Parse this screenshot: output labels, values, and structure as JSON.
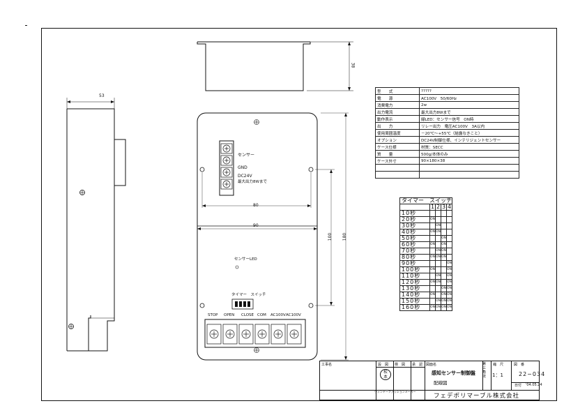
{
  "side_width_label": "53",
  "top_height_label": "38",
  "width_80_label": "80",
  "width_90_label": "90",
  "height_100_label": "100",
  "height_180_label": "180",
  "terminal_labels": {
    "sensor": "センサー",
    "gnd": "GND",
    "dc24v": "DC24V",
    "max_output": "最大出力8Wまで"
  },
  "sensor_led_label": "センサーLED",
  "timer_switch_label": "タイマー　スイッチ",
  "bottom_terminals": [
    "STOP",
    "OPEN",
    "CLOSE",
    "COM",
    "AC100V",
    "AC100V"
  ],
  "spec_table": [
    {
      "key": "型　　式",
      "value": "?????"
    },
    {
      "key": "電　　源",
      "value": "AC100V　50/60Hz"
    },
    {
      "key": "消費電力",
      "value": "2w"
    },
    {
      "key": "出力電流",
      "value": "最大出力8Wまで"
    },
    {
      "key": "動作表示",
      "value": "緑LED：センサー信号　ON時"
    },
    {
      "key": "出　　力",
      "value": "リレー出力　電圧AC100V　3A以内"
    },
    {
      "key": "使用周囲温度",
      "value": "－20℃～+55℃（結露なきこと）"
    },
    {
      "key": "オプション",
      "value": "DC24V制御仕様、インテリジェントセンサー"
    },
    {
      "key": "ケース仕様",
      "value": "材質：SECC"
    },
    {
      "key": "質　　量",
      "value": "500g/本体のみ"
    },
    {
      "key": "ケース外寸",
      "value": "90×180×38"
    },
    {
      "key": "",
      "value": ""
    },
    {
      "key": "",
      "value": ""
    }
  ],
  "timer_table": {
    "title": "タイマー　スイッチ",
    "switch_headers": [
      "1",
      "2",
      "3",
      "4"
    ],
    "rows": [
      {
        "label": "10秒",
        "sw": [
          "",
          "",
          "",
          ""
        ]
      },
      {
        "label": "20秒",
        "sw": [
          "ON",
          "",
          "",
          ""
        ]
      },
      {
        "label": "30秒",
        "sw": [
          "",
          "ON",
          "",
          ""
        ]
      },
      {
        "label": "40秒",
        "sw": [
          "ON",
          "ON",
          "",
          ""
        ]
      },
      {
        "label": "50秒",
        "sw": [
          "",
          "",
          "ON",
          ""
        ]
      },
      {
        "label": "60秒",
        "sw": [
          "ON",
          "",
          "ON",
          ""
        ]
      },
      {
        "label": "70秒",
        "sw": [
          "",
          "ON",
          "ON",
          ""
        ]
      },
      {
        "label": "80秒",
        "sw": [
          "ON",
          "ON",
          "ON",
          ""
        ]
      },
      {
        "label": "90秒",
        "sw": [
          "",
          "",
          "",
          "ON"
        ]
      },
      {
        "label": "100秒",
        "sw": [
          "ON",
          "",
          "",
          "ON"
        ]
      },
      {
        "label": "110秒",
        "sw": [
          "",
          "ON",
          "",
          "ON"
        ]
      },
      {
        "label": "120秒",
        "sw": [
          "ON",
          "ON",
          "",
          "ON"
        ]
      },
      {
        "label": "130秒",
        "sw": [
          "",
          "",
          "ON",
          "ON"
        ]
      },
      {
        "label": "140秒",
        "sw": [
          "ON",
          "",
          "ON",
          "ON"
        ]
      },
      {
        "label": "150秒",
        "sw": [
          "",
          "ON",
          "ON",
          "ON"
        ]
      },
      {
        "label": "160秒",
        "sw": [
          "ON",
          "ON",
          "ON",
          "ON"
        ]
      }
    ]
  },
  "title_block": {
    "project_label": "工事名",
    "design_label": "設　図",
    "check_label": "検　図",
    "approve_label": "承　認",
    "stamp_text_1": "松",
    "stamp_text_2": "本",
    "drawing_name_label": "図面名",
    "drawing_name": "感知センサー制御盤",
    "drawing_subtitle": "配線図",
    "angle_label": "第三角法",
    "scale_label": "縮　尺",
    "scale": "1：1",
    "drawing_no_label": "図　番",
    "drawing_no": "22−034",
    "date_label": "日付",
    "date": "'04.05.24",
    "subcaption": "ウィンドーファッションメーカー",
    "company": "フェデポリマーブル株式会社"
  }
}
